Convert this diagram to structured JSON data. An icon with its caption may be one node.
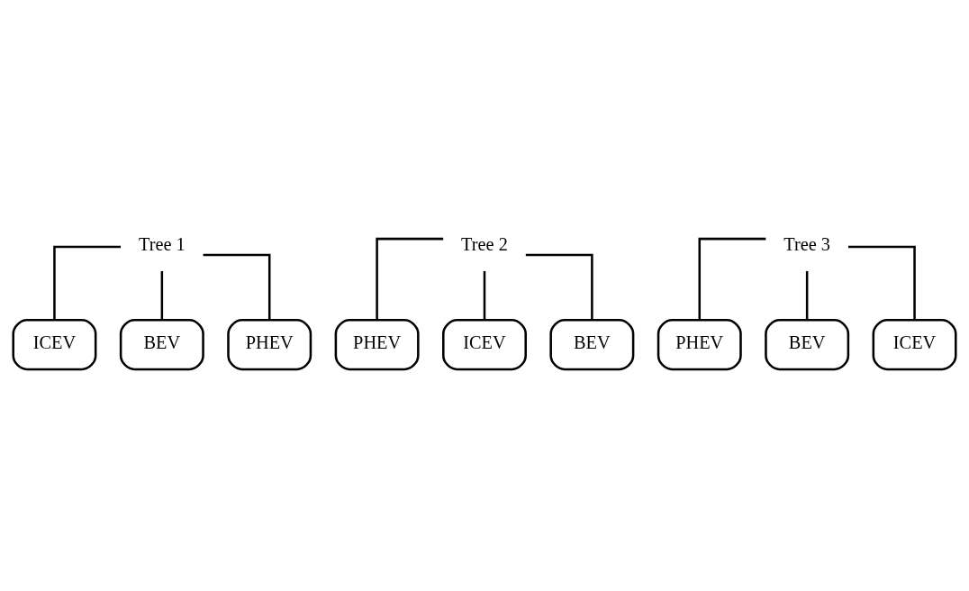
{
  "diagram": {
    "nodes": [
      {
        "text": [
          "Tree 1"
        ]
      },
      {
        "text": [
          "Tree 2"
        ]
      },
      {
        "text": [
          "ICEV"
        ]
      },
      {
        "text": [
          "BEV"
        ]
      },
      {
        "text": [
          "PHEV"
        ]
      },
      {
        "text": [
          "PHEV"
        ]
      },
      {
        "text": [
          "ICEV"
        ]
      },
      {
        "text": [
          "BEV"
        ]
      },
      {
        "text": [
          "Tree 3"
        ]
      },
      {
        "text": [
          "PHEV"
        ]
      },
      {
        "text": [
          "BEV"
        ]
      },
      {
        "text": [
          "ICEV"
        ]
      }
    ],
    "edges": [
      {
        "from": 0,
        "to": 2,
        "arrow": "none"
      },
      {
        "from": 0,
        "to": 3,
        "arrow": "none"
      },
      {
        "from": 0,
        "to": 4,
        "arrow": "none"
      },
      {
        "from": 1,
        "to": 5,
        "arrow": "none"
      },
      {
        "from": 1,
        "to": 6,
        "arrow": "none"
      },
      {
        "from": 1,
        "to": 7,
        "arrow": "none"
      },
      {
        "from": 8,
        "to": 9,
        "arrow": "none"
      },
      {
        "from": 8,
        "to": 10,
        "arrow": "none"
      },
      {
        "from": 8,
        "to": 11,
        "arrow": "none"
      }
    ]
  }
}
